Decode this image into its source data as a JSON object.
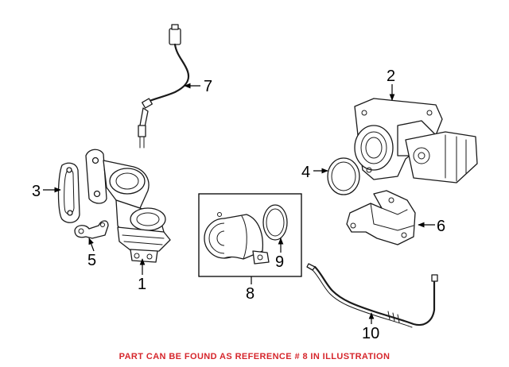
{
  "callouts": {
    "c1": "1",
    "c2": "2",
    "c3": "3",
    "c4": "4",
    "c5": "5",
    "c6": "6",
    "c7": "7",
    "c8": "8",
    "c9": "9",
    "c10": "10"
  },
  "footer": {
    "note": "PART CAN BE FOUND AS REFERENCE # 8 IN ILLUSTRATION"
  },
  "colors": {
    "note_red": "#d6262c",
    "line": "#1a1a1a",
    "background": "#ffffff"
  }
}
